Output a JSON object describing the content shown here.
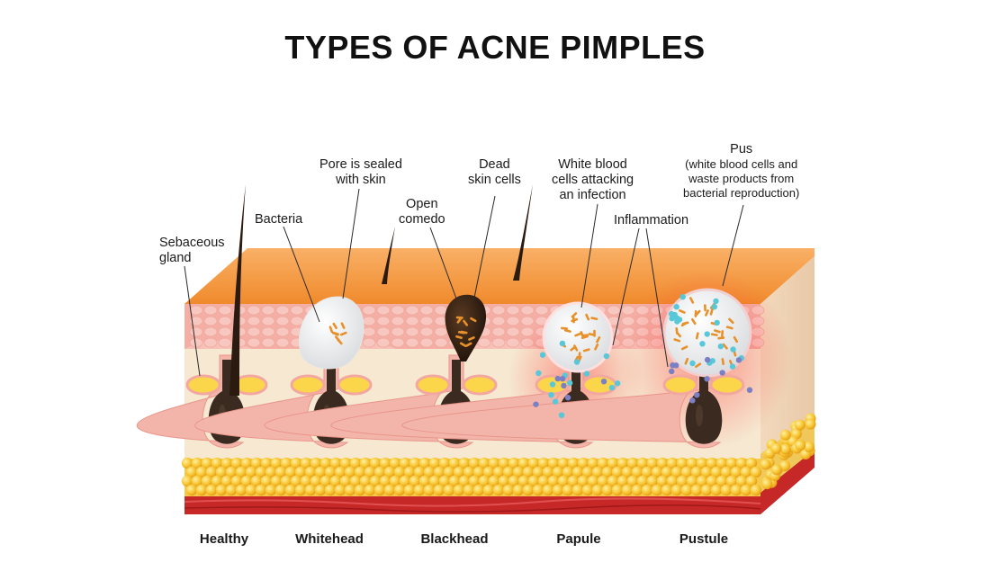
{
  "title": "TYPES OF ACNE PIMPLES",
  "callouts": {
    "sebaceous_gland": [
      "Sebaceous",
      "gland"
    ],
    "bacteria": [
      "Bacteria"
    ],
    "pore_sealed": [
      "Pore is sealed",
      "with skin"
    ],
    "open_comedo": [
      "Open",
      "comedo"
    ],
    "dead_skin_cells": [
      "Dead",
      "skin cells"
    ],
    "white_blood_cells": [
      "White blood",
      "cells attacking",
      "an infection"
    ],
    "inflammation": [
      "Inflammation"
    ],
    "pus_title": "Pus",
    "pus_detail": [
      "(white blood cells and",
      "waste products from",
      "bacterial reproduction)"
    ]
  },
  "stages": [
    "Healthy",
    "Whitehead",
    "Blackhead",
    "Papule",
    "Pustule"
  ],
  "colors": {
    "skin_top": "#f7a04a",
    "epidermis": "#f4b8b0",
    "dermis": "#f6e7cf",
    "fat": "#f5c23a",
    "muscle": "#c62828",
    "follicle": "#3b2a20",
    "pus": "#cfd3d6"
  }
}
